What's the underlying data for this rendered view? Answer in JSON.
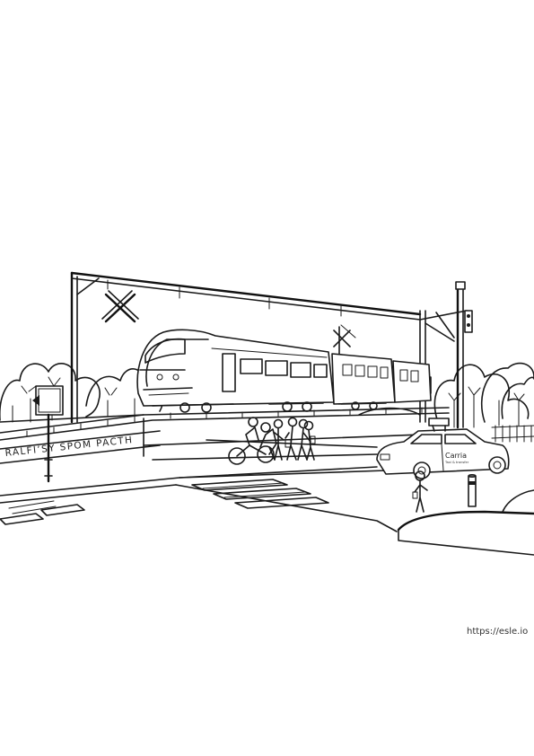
{
  "scene": {
    "subject": "Line-art coloring page of a railway level crossing with a passing train, pedestrians, cyclists and a taxi",
    "style": "black outline drawing on white"
  },
  "ground_sign": {
    "text": "RALFI’SY SPOM PACTH"
  },
  "car_door": {
    "brand": "Carria",
    "subtitle": "Taxi & transfer"
  },
  "watermark": {
    "text": "https://esle.io"
  },
  "colors": {
    "ink": "#1a1a1a",
    "paper": "#ffffff"
  }
}
